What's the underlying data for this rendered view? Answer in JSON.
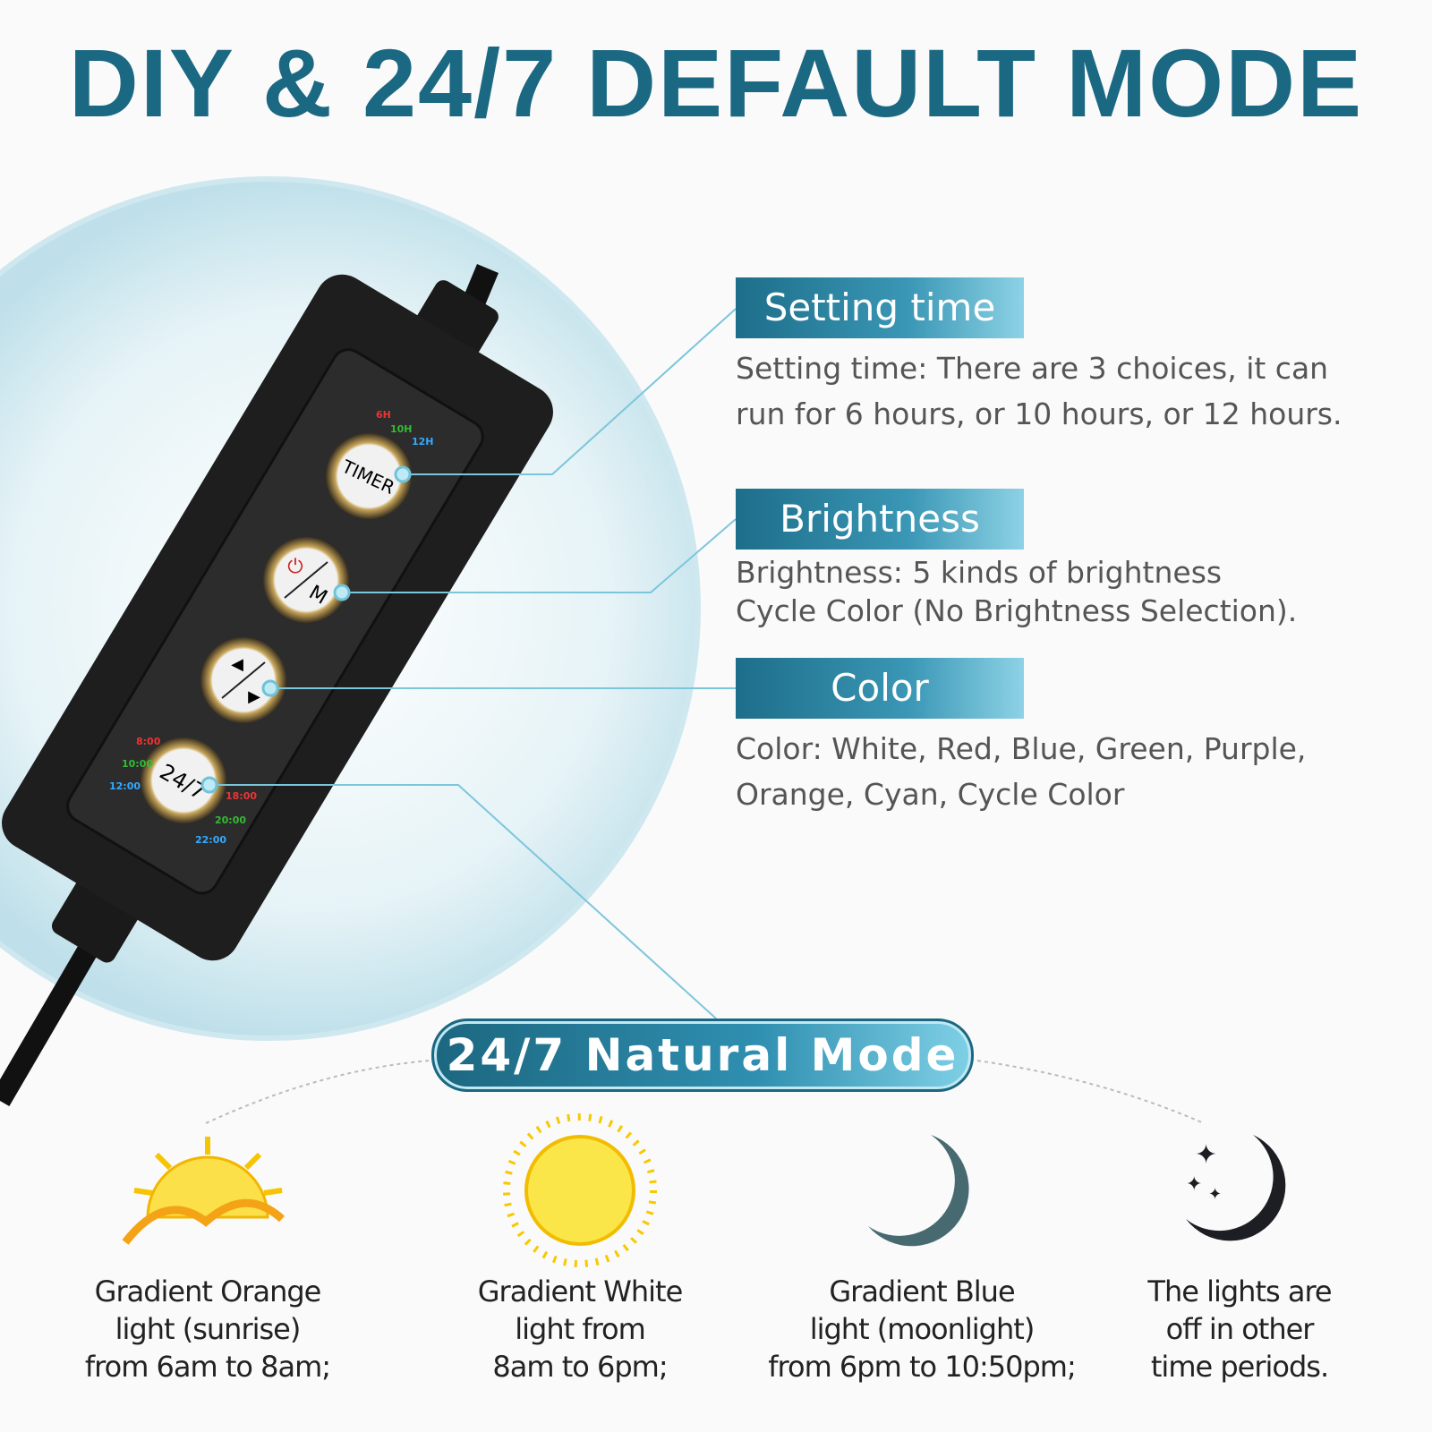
{
  "title": "DIY & 24/7 DEFAULT MODE",
  "controller": {
    "timer_label": "TIMER",
    "mode_label": "M",
    "speed_label": "24/7",
    "timer_options": [
      "6H",
      "10H",
      "12H"
    ],
    "times_left": [
      "8:00",
      "10:00",
      "12:00"
    ],
    "times_right": [
      "18:00",
      "20:00",
      "22:00"
    ]
  },
  "features": [
    {
      "heading": "Setting time",
      "lines": [
        "Setting time: There are 3 choices, it can",
        "run for 6 hours, or 10 hours, or 12 hours."
      ]
    },
    {
      "heading": "Brightness",
      "lines": [
        "Brightness: 5 kinds of brightness",
        "Cycle Color (No Brightness Selection)."
      ]
    },
    {
      "heading": "Color",
      "lines": [
        "Color: White, Red, Blue, Green, Purple,",
        "Orange, Cyan, Cycle Color"
      ]
    }
  ],
  "natural_mode": {
    "title": "24/7 Natural Mode",
    "phases": [
      {
        "icon": "sunrise-icon",
        "lines": [
          "Gradient Orange",
          "light (sunrise)",
          "from 6am to 8am;"
        ]
      },
      {
        "icon": "sun-icon",
        "lines": [
          "Gradient White",
          "light from",
          "8am to 6pm;"
        ]
      },
      {
        "icon": "moon-icon",
        "lines": [
          "Gradient Blue",
          "light (moonlight)",
          "from 6pm to 10:50pm;"
        ]
      },
      {
        "icon": "night-icon",
        "lines": [
          "The lights are",
          "off in other",
          "time periods."
        ]
      }
    ]
  },
  "colors": {
    "accent": "#1b6883",
    "light_accent": "#8dd2e6"
  }
}
